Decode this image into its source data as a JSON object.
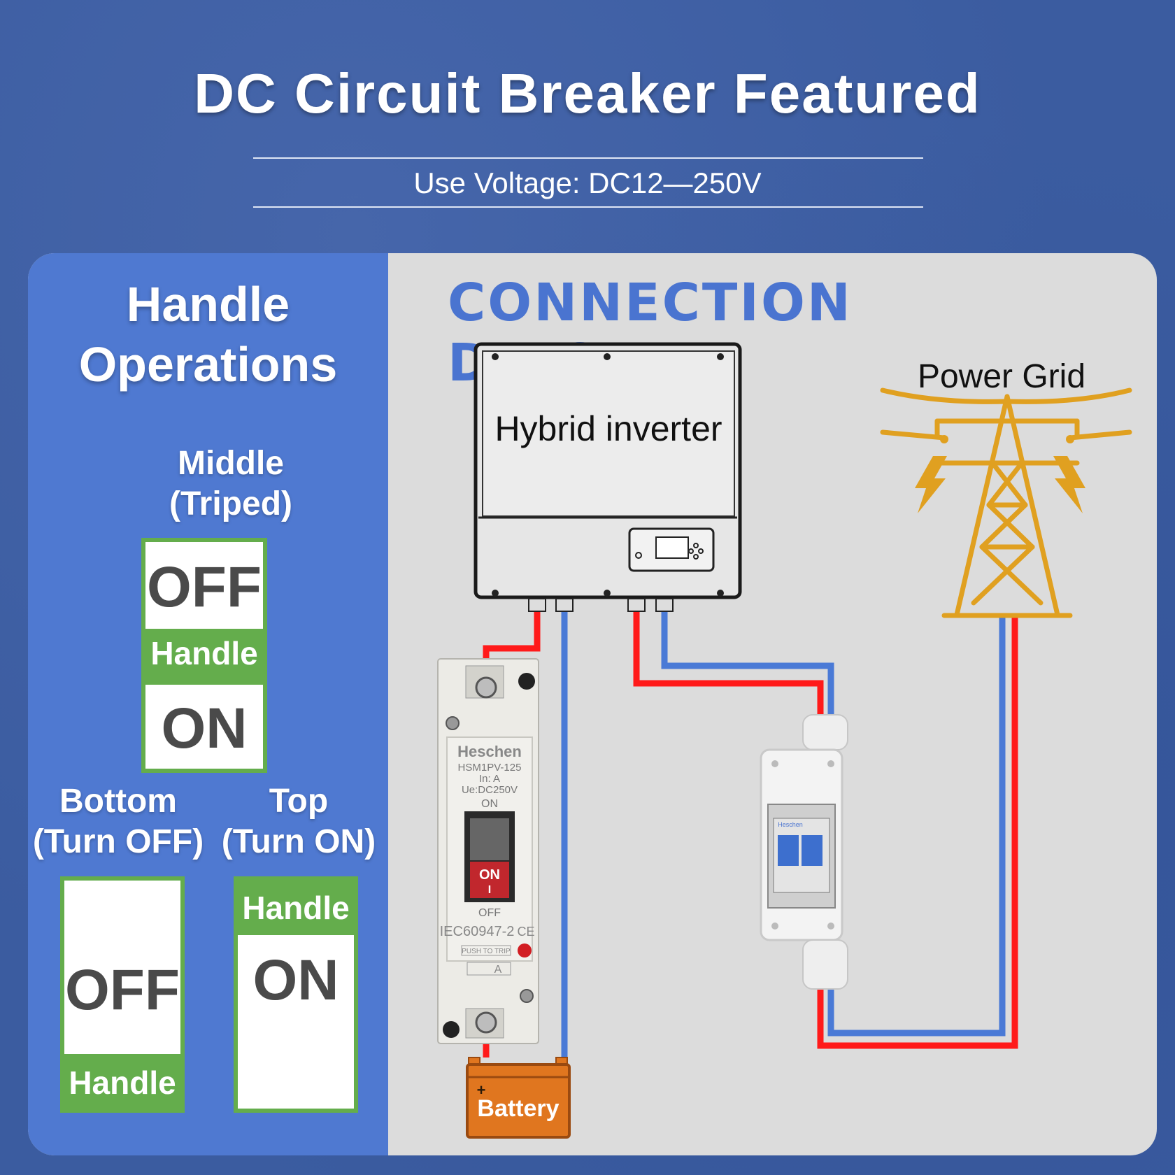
{
  "header": {
    "title": "DC Circuit Breaker Featured",
    "subtitle": "Use Voltage: DC12—250V"
  },
  "handle_operations": {
    "title_line1": "Handle",
    "title_line2": "Operations",
    "middle": {
      "label_line1": "Middle",
      "label_line2": "(Triped)",
      "top_word": "OFF",
      "handle_label": "Handle",
      "bottom_word": "ON"
    },
    "bottom": {
      "label_line1": "Bottom",
      "label_line2": "(Turn OFF)",
      "word": "OFF",
      "handle_label": "Handle"
    },
    "top": {
      "label_line1": "Top",
      "label_line2": "(Turn ON)",
      "handle_label": "Handle",
      "word": "ON"
    }
  },
  "diagram": {
    "title": "CONNECTION DIAGRAM",
    "inverter_label": "Hybrid inverter",
    "grid_label": "Power Grid",
    "battery_label": "Battery",
    "battery_plus": "+",
    "breaker": {
      "brand": "Heschen",
      "model": "HSM1PV-125",
      "rating": "In:    A",
      "voltage": "Ue:DC250V",
      "on_mark": "ON",
      "handle_on": "ON",
      "handle_i": "I",
      "off_mark": "OFF",
      "standard": "IEC60947-2",
      "ce": "CE",
      "push_to_trip": "PUSH TO TRIP",
      "amp": "A"
    },
    "isolator_brand": "Heschen",
    "colors": {
      "positive": "#ff1a1a",
      "negative": "#4a7ad6",
      "grid": "#e0a020",
      "battery": "#e0761f"
    }
  }
}
